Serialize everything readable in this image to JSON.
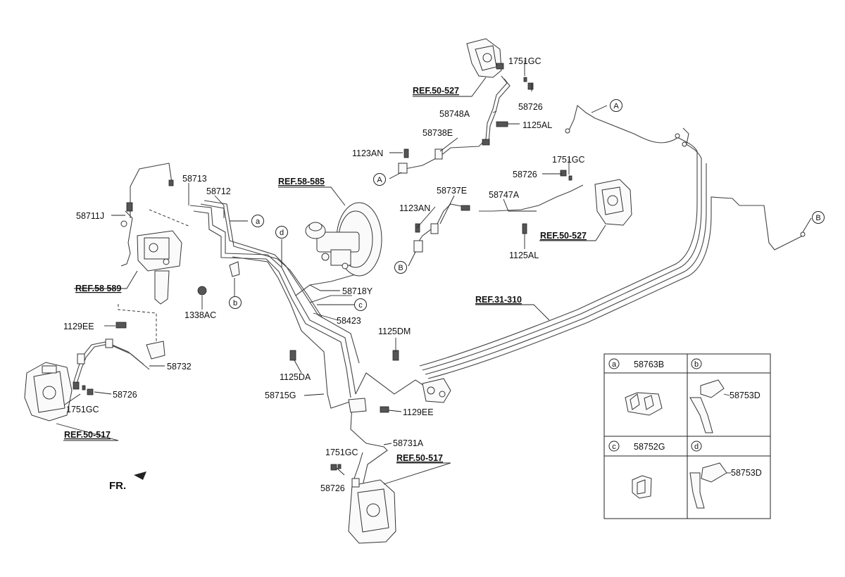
{
  "labels": [
    {
      "id": "1751GC-1",
      "text": "1751GC"
    },
    {
      "id": "58726-1",
      "text": "58726"
    },
    {
      "id": "58748A",
      "text": "58748A"
    },
    {
      "id": "1125AL-1",
      "text": "1125AL"
    },
    {
      "id": "58738E",
      "text": "58738E"
    },
    {
      "id": "1123AN-1",
      "text": "1123AN"
    },
    {
      "id": "1751GC-2",
      "text": "1751GC"
    },
    {
      "id": "58726-2",
      "text": "58726"
    },
    {
      "id": "58737E",
      "text": "58737E"
    },
    {
      "id": "58747A",
      "text": "58747A"
    },
    {
      "id": "1123AN-2",
      "text": "1123AN"
    },
    {
      "id": "1125AL-2",
      "text": "1125AL"
    },
    {
      "id": "58713",
      "text": "58713"
    },
    {
      "id": "58712",
      "text": "58712"
    },
    {
      "id": "58711J",
      "text": "58711J"
    },
    {
      "id": "1338AC",
      "text": "1338AC"
    },
    {
      "id": "58718Y",
      "text": "58718Y"
    },
    {
      "id": "58423",
      "text": "58423"
    },
    {
      "id": "1129EE-1",
      "text": "1129EE"
    },
    {
      "id": "58732",
      "text": "58732"
    },
    {
      "id": "58726-3",
      "text": "58726"
    },
    {
      "id": "1751GC-3",
      "text": "1751GC"
    },
    {
      "id": "1125DM",
      "text": "1125DM"
    },
    {
      "id": "1125DA",
      "text": "1125DA"
    },
    {
      "id": "58715G",
      "text": "58715G"
    },
    {
      "id": "1129EE-2",
      "text": "1129EE"
    },
    {
      "id": "58731A",
      "text": "58731A"
    },
    {
      "id": "1751GC-4",
      "text": "1751GC"
    },
    {
      "id": "58726-4",
      "text": "58726"
    }
  ],
  "refs": [
    {
      "id": "ref-50-527-top",
      "text": "REF.50-527"
    },
    {
      "id": "ref-50-527-right",
      "text": "REF.50-527"
    },
    {
      "id": "ref-58-585",
      "text": "REF.58-585"
    },
    {
      "id": "ref-58-589",
      "text": "REF.58 589"
    },
    {
      "id": "ref-31-310",
      "text": "REF.31-310"
    },
    {
      "id": "ref-50-517-left",
      "text": "REF.50-517"
    },
    {
      "id": "ref-50-517-bottom",
      "text": "REF.50-517"
    }
  ],
  "connectors": [
    {
      "id": "A-top",
      "text": "A"
    },
    {
      "id": "A-mid",
      "text": "A"
    },
    {
      "id": "B-right",
      "text": "B"
    },
    {
      "id": "B-mid",
      "text": "B"
    },
    {
      "id": "a",
      "text": "a"
    },
    {
      "id": "b",
      "text": "b"
    },
    {
      "id": "c",
      "text": "c"
    },
    {
      "id": "d",
      "text": "d"
    }
  ],
  "front": "FR.",
  "legend": {
    "cells": [
      {
        "id": "a",
        "letter": "a",
        "part": "58763B"
      },
      {
        "id": "b",
        "letter": "b",
        "part": "58753D"
      },
      {
        "id": "c",
        "letter": "c",
        "part": "58752G"
      },
      {
        "id": "d",
        "letter": "d",
        "part": "58753D"
      }
    ]
  }
}
